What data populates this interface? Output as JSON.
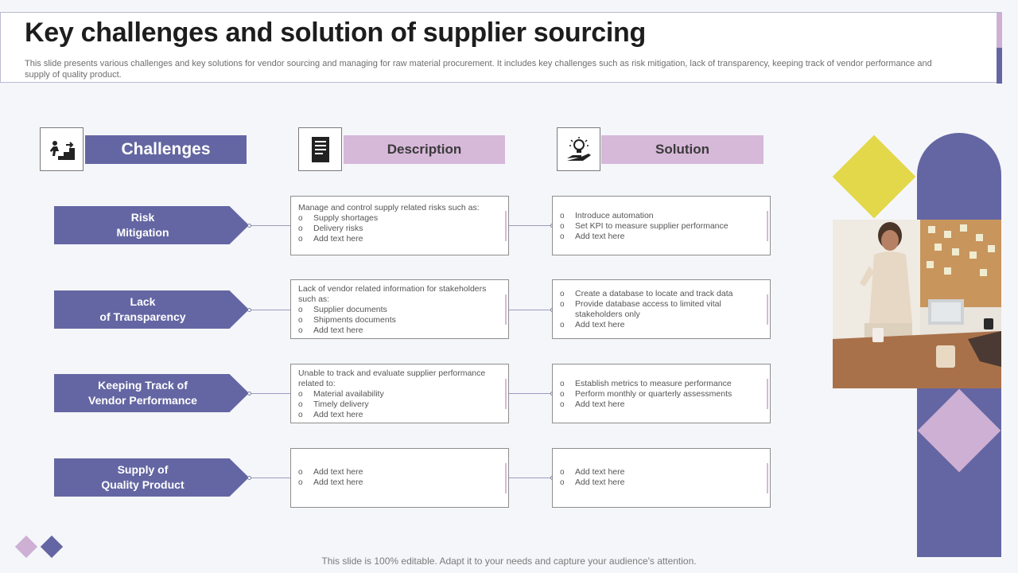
{
  "header": {
    "title": "Key challenges and solution of supplier sourcing",
    "subtitle": "This slide presents various challenges and key solutions for vendor sourcing and managing for raw material procurement. It includes key challenges such as risk mitigation, lack of transparency, keeping track of vendor performance and supply of quality product."
  },
  "columns": {
    "challenges": {
      "label": "Challenges",
      "icon": "stairs-climb-icon"
    },
    "description": {
      "label": "Description",
      "icon": "document-icon"
    },
    "solution": {
      "label": "Solution",
      "icon": "idea-bulb-hand-icon"
    }
  },
  "rows": [
    {
      "challenge_line1": "Risk",
      "challenge_line2": "Mitigation",
      "description": {
        "intro": "Manage and control supply related risks such as:",
        "items": [
          "Supply shortages",
          "Delivery risks",
          "Add text here"
        ]
      },
      "solution": {
        "items": [
          "Introduce automation",
          "Set KPI to measure supplier performance",
          "Add text here"
        ]
      }
    },
    {
      "challenge_line1": "Lack",
      "challenge_line2": "of Transparency",
      "description": {
        "intro": "Lack of vendor related information for stakeholders such as:",
        "items": [
          "Supplier documents",
          "Shipments documents",
          "Add text here"
        ]
      },
      "solution": {
        "items": [
          "Create a database to locate and track data",
          "Provide database access to limited vital stakeholders only",
          "Add text here"
        ]
      }
    },
    {
      "challenge_line1": "Keeping Track of",
      "challenge_line2": "Vendor Performance",
      "description": {
        "intro": "Unable to track and evaluate supplier performance related to:",
        "items": [
          "Material availability",
          "Timely delivery",
          "Add text here"
        ]
      },
      "solution": {
        "items": [
          "Establish metrics to measure performance",
          "Perform monthly or quarterly assessments",
          "Add text here"
        ]
      }
    },
    {
      "challenge_line1": "Supply of",
      "challenge_line2": "Quality Product",
      "description": {
        "intro": "",
        "items": [
          "Add text here",
          "Add text here"
        ]
      },
      "solution": {
        "items": [
          "Add text here",
          "Add text here"
        ]
      }
    }
  ],
  "footer": {
    "text": "This slide is 100% editable. Adapt it to your needs and capture your audience's attention."
  },
  "colors": {
    "primary": "#6466a3",
    "accent_light": "#d6b8d9",
    "accent_yellow": "#e2d84a"
  }
}
